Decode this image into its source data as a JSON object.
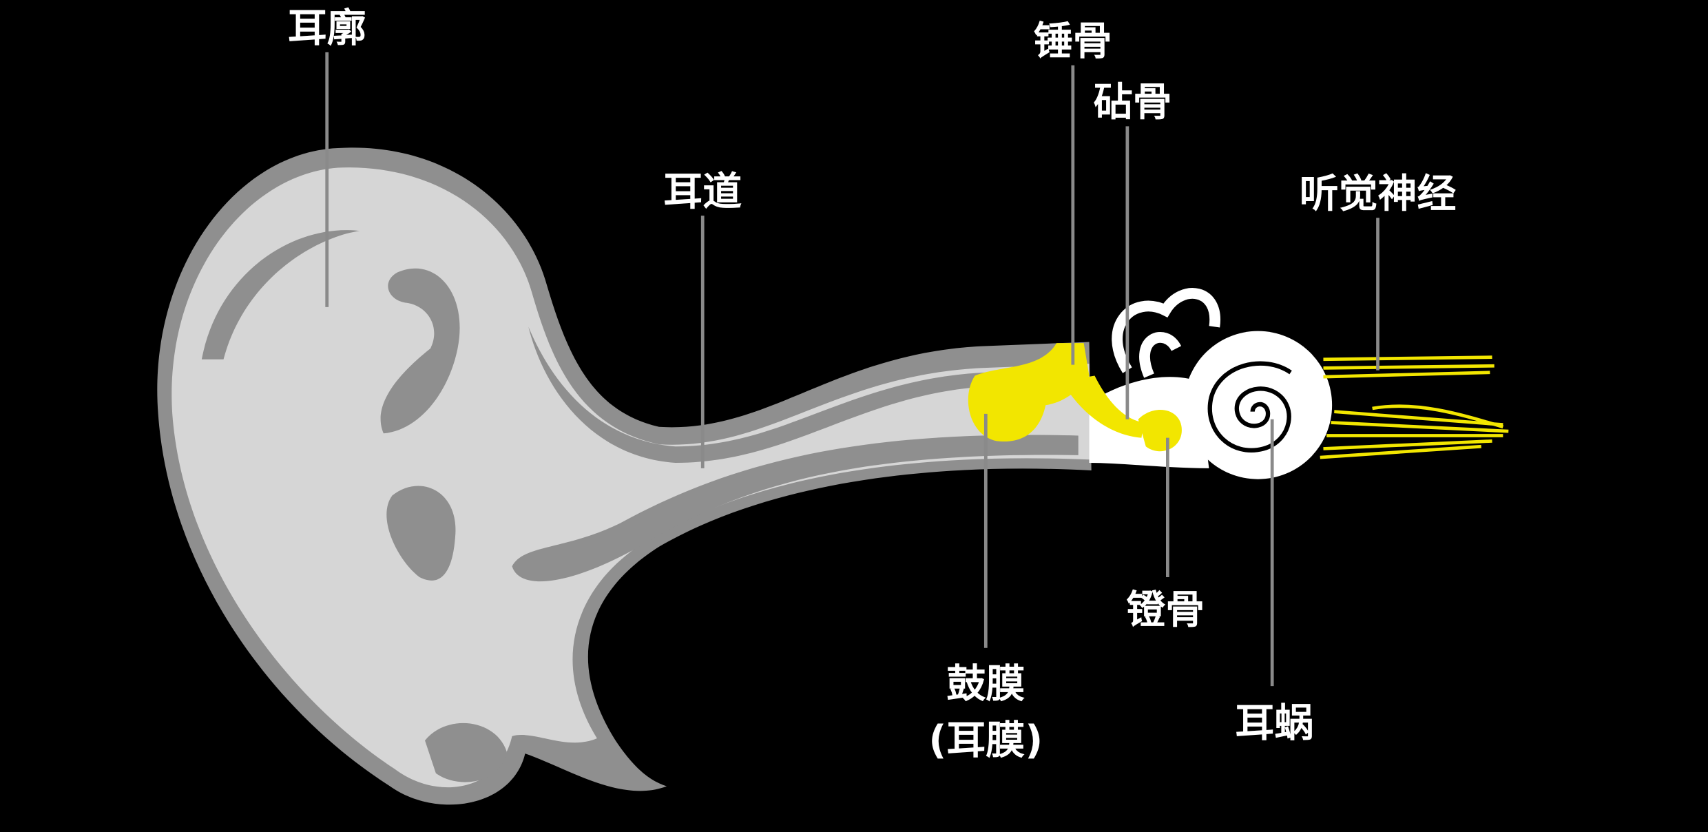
{
  "title": "Ear anatomy diagram",
  "labels": {
    "pinna": "耳廓",
    "ear_canal": "耳道",
    "malleus": "锤骨",
    "incus": "砧骨",
    "auditory_nerve": "听觉神经",
    "eardrum": "鼓膜",
    "eardrum_alt": "(耳膜)",
    "stapes": "镫骨",
    "cochlea": "耳蜗"
  },
  "colors": {
    "background": "#000000",
    "ear_fill": "#d6d6d6",
    "ear_shade": "#8f8f8f",
    "ossicles": "#f2e600",
    "inner_ear": "#ffffff",
    "leader_line": "#8a8a8a"
  }
}
